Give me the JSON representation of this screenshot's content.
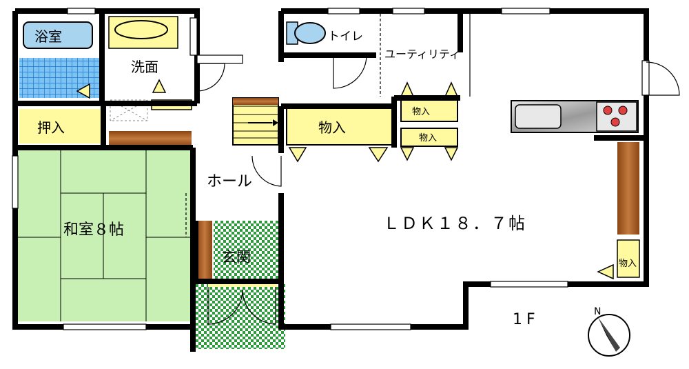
{
  "floor_label": "1F",
  "compass": {
    "north_label": "N"
  },
  "rooms": {
    "bath": "浴室",
    "washroom": "洗面",
    "toilet": "トイレ",
    "utility": "ユーティリティ",
    "closet_west": "押入",
    "storage_main": "物入",
    "storage_small_1": "物入",
    "storage_small_2": "物入",
    "storage_east": "物入",
    "hall": "ホール",
    "japanese_room": "和室８帖",
    "ldk": "ＬＤＫ１８．７帖",
    "entrance": "玄関"
  },
  "colors": {
    "wall": "#000000",
    "bath_blue": "#a8d4f0",
    "bath_tile": "#2196f3",
    "tatami": "#c8f0b4",
    "closet_yellow": "#fffaa0",
    "entrance_green": "#2e9a3e",
    "wood": "#a0522d"
  }
}
